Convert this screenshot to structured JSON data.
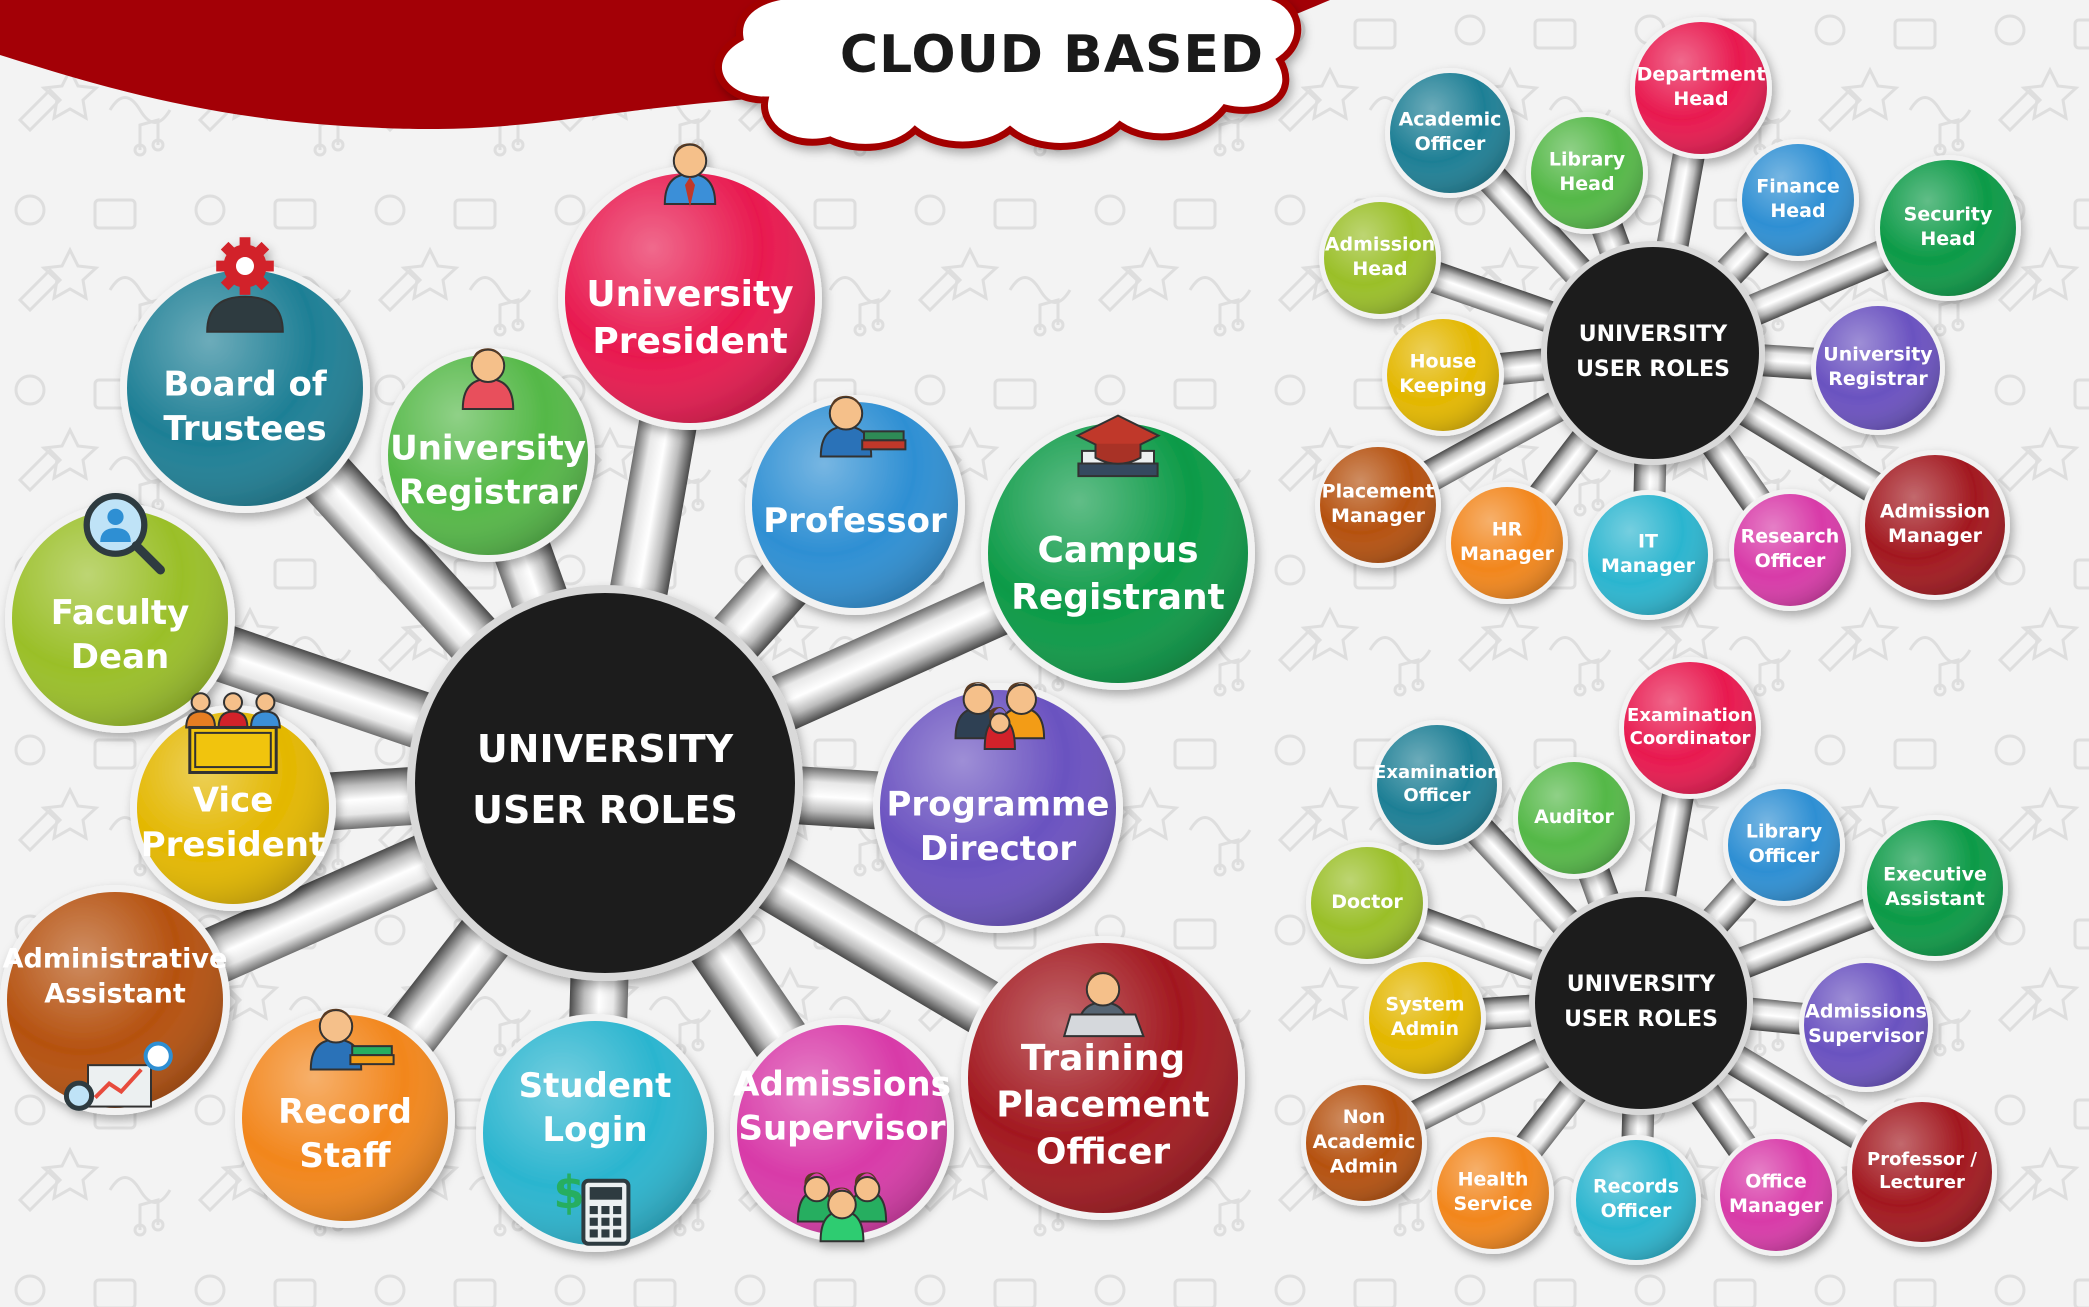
{
  "banner": {
    "title": "CLOUD BASED",
    "ribbon_color": "#a30006"
  },
  "hubs": [
    {
      "id": "main",
      "center_lines": [
        "UNIVERSITY",
        "USER ROLES"
      ],
      "nodes": [
        {
          "lines": [
            "University",
            "President"
          ],
          "color": "#e8194f",
          "icon": "president-icon"
        },
        {
          "lines": [
            "Board of",
            "Trustees"
          ],
          "color": "#1e7f95",
          "icon": "gear-person-icon"
        },
        {
          "lines": [
            "University",
            "Registrar"
          ],
          "color": "#54b847",
          "icon": "registrar-person-icon"
        },
        {
          "lines": [
            "Professor"
          ],
          "color": "#2e8fd3",
          "icon": "professor-books-icon"
        },
        {
          "lines": [
            "Campus",
            "Registrant"
          ],
          "color": "#0c9a47",
          "icon": "graduation-books-icon"
        },
        {
          "lines": [
            "Faculty",
            "Dean"
          ],
          "color": "#9abf28",
          "icon": "magnifier-person-icon"
        },
        {
          "lines": [
            "Vice",
            "President"
          ],
          "color": "#e3b700",
          "icon": "group-desk-icon"
        },
        {
          "lines": [
            "Programme",
            "Director"
          ],
          "color": "#6a52c0",
          "icon": "family-icon"
        },
        {
          "lines": [
            "Administrative",
            "Assistant"
          ],
          "color": "#b5510f",
          "icon": "analytics-icon"
        },
        {
          "lines": [
            "Record",
            "Staff"
          ],
          "color": "#f2861c",
          "icon": "staff-books-icon"
        },
        {
          "lines": [
            "Student",
            "Login"
          ],
          "color": "#2bb5cf",
          "icon": "calculator-icon"
        },
        {
          "lines": [
            "Admissions",
            "Supervisor"
          ],
          "color": "#d83aa8",
          "icon": "people-group-icon"
        },
        {
          "lines": [
            "Training",
            "Placement",
            "Officer"
          ],
          "color": "#a2181f",
          "icon": "laptop-person-icon"
        }
      ]
    },
    {
      "id": "top-right",
      "center_lines": [
        "UNIVERSITY",
        "USER ROLES"
      ],
      "nodes": [
        {
          "lines": [
            "Academic",
            "Officer"
          ],
          "color": "#1e7f95"
        },
        {
          "lines": [
            "Department",
            "Head"
          ],
          "color": "#e8194f"
        },
        {
          "lines": [
            "Library",
            "Head"
          ],
          "color": "#54b847"
        },
        {
          "lines": [
            "Finance",
            "Head"
          ],
          "color": "#2e8fd3"
        },
        {
          "lines": [
            "Security",
            "Head"
          ],
          "color": "#0c9a47"
        },
        {
          "lines": [
            "Admission",
            "Head"
          ],
          "color": "#9abf28"
        },
        {
          "lines": [
            "University",
            "Registrar"
          ],
          "color": "#6a52c0"
        },
        {
          "lines": [
            "House",
            "Keeping"
          ],
          "color": "#e3b700"
        },
        {
          "lines": [
            "Placement",
            "Manager"
          ],
          "color": "#b5510f"
        },
        {
          "lines": [
            "Admission",
            "Manager"
          ],
          "color": "#a2181f"
        },
        {
          "lines": [
            "HR",
            "Manager"
          ],
          "color": "#f2861c"
        },
        {
          "lines": [
            "IT",
            "Manager"
          ],
          "color": "#2bb5cf"
        },
        {
          "lines": [
            "Research",
            "Officer"
          ],
          "color": "#d83aa8"
        }
      ]
    },
    {
      "id": "bottom-right",
      "center_lines": [
        "UNIVERSITY",
        "USER ROLES"
      ],
      "nodes": [
        {
          "lines": [
            "Examination",
            "Officer"
          ],
          "color": "#1e7f95"
        },
        {
          "lines": [
            "Examination",
            "Coordinator"
          ],
          "color": "#e8194f"
        },
        {
          "lines": [
            "Auditor"
          ],
          "color": "#54b847"
        },
        {
          "lines": [
            "Library",
            "Officer"
          ],
          "color": "#2e8fd3"
        },
        {
          "lines": [
            "Executive",
            "Assistant"
          ],
          "color": "#0c9a47"
        },
        {
          "lines": [
            "Doctor"
          ],
          "color": "#9abf28"
        },
        {
          "lines": [
            "Admissions",
            "Supervisor"
          ],
          "color": "#6a52c0"
        },
        {
          "lines": [
            "System",
            "Admin"
          ],
          "color": "#e3b700"
        },
        {
          "lines": [
            "Non",
            "Academic",
            "Admin"
          ],
          "color": "#b5510f"
        },
        {
          "lines": [
            "Professor /",
            "Lecturer"
          ],
          "color": "#a2181f"
        },
        {
          "lines": [
            "Health",
            "Service"
          ],
          "color": "#f2861c"
        },
        {
          "lines": [
            "Records",
            "Officer"
          ],
          "color": "#2bb5cf"
        },
        {
          "lines": [
            "Office",
            "Manager"
          ],
          "color": "#d83aa8"
        }
      ]
    }
  ]
}
